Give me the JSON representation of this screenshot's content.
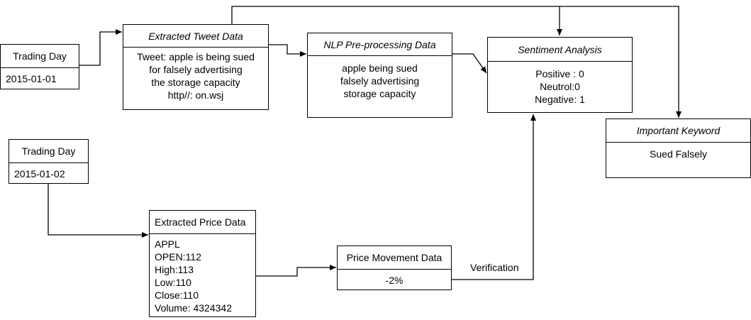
{
  "trading_day_1": {
    "title": "Trading Day",
    "date": "2015-01-01"
  },
  "trading_day_2": {
    "title": "Trading Day",
    "date": "2015-01-02"
  },
  "extracted_tweet": {
    "title": "Extracted Tweet Data",
    "lines": [
      "Tweet: apple is being sued",
      "for falsely advertising",
      "the storage capacity",
      "http//: on.wsj"
    ]
  },
  "nlp_preprocessing": {
    "title": "NLP Pre-processing Data",
    "lines": [
      "apple being sued",
      "falsely advertising",
      "storage capacity"
    ]
  },
  "sentiment_analysis": {
    "title": "Sentiment Analysis",
    "lines": [
      "Positive : 0",
      "Neutrol:0",
      "Negative: 1"
    ]
  },
  "important_keyword": {
    "title": "Important Keyword",
    "lines": [
      "Sued Falsely"
    ]
  },
  "extracted_price": {
    "title": "Extracted Price Data",
    "lines": [
      "APPL",
      "OPEN:112",
      "High:113",
      "Low:110",
      "Close:110",
      "Volume: 4324342"
    ]
  },
  "price_movement": {
    "title": "Price Movement Data",
    "value": "-2%"
  },
  "edges": {
    "verification_label": "Verification"
  }
}
